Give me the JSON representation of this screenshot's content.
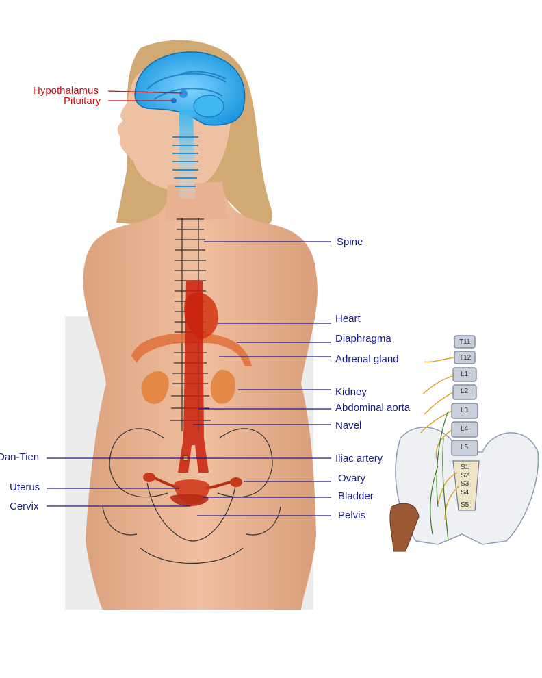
{
  "labels": {
    "hypothalamus": "Hypothalamus",
    "pituitary": "Pituitary",
    "spine": "Spine",
    "heart": "Heart",
    "diaphragma": "Diaphragma",
    "adrenal_gland": "Adrenal gland",
    "kidney": "Kidney",
    "abdominal_aorta": "Abdominal aorta",
    "navel": "Navel",
    "dan_tien": "Dan-Tien",
    "iliac_artery": "Iliac artery",
    "uterus": "Uterus",
    "ovary": "Ovary",
    "bladder": "Bladder",
    "cervix": "Cervix",
    "pelvis": "Pelvis"
  },
  "vertebrae": [
    "T11",
    "T12",
    "L1",
    "L2",
    "L3",
    "L4",
    "L5",
    "S1",
    "S2",
    "S3",
    "S4",
    "S5"
  ],
  "colors": {
    "head_label": "#cc1111",
    "body_label": "#1a1a8c",
    "brain": "#2aa8e8",
    "organs": "#cc2200",
    "skin": "#eab392",
    "hair": "#c99a5a"
  }
}
